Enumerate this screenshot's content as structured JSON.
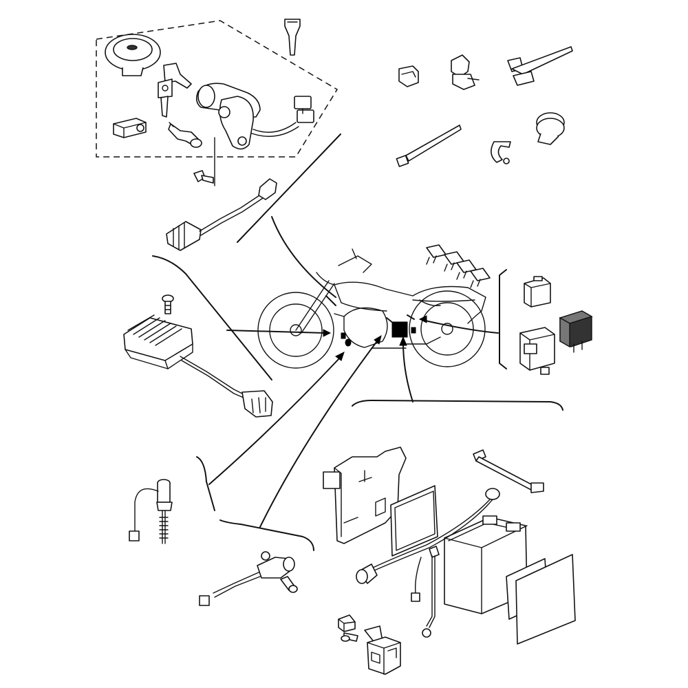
{
  "diagram": {
    "type": "exploded-parts-diagram",
    "groups": [
      "ignition-switch-assembly",
      "clamps-and-ties",
      "rectifier-regulator",
      "relay-units",
      "sidestand-switch",
      "neutral-switch",
      "battery-box",
      "starter-relay"
    ],
    "colors": {
      "ink": "#111111",
      "paper": "#ffffff",
      "shade": "#777777",
      "dark-fill": "#333333"
    }
  }
}
